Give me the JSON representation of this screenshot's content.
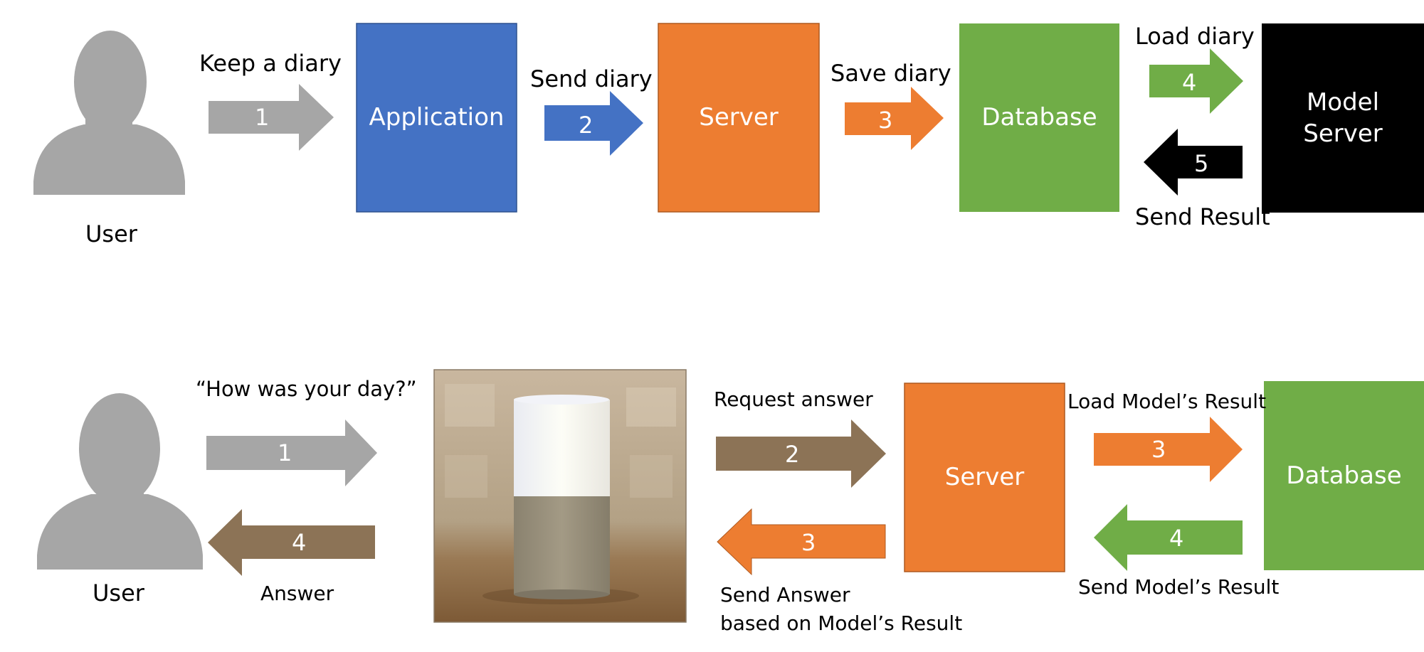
{
  "top": {
    "user_label": "User",
    "boxes": {
      "application": "Application",
      "server": "Server",
      "database": "Database",
      "model_server_line1": "Model",
      "model_server_line2": "Server"
    },
    "steps": [
      {
        "num": "1",
        "label": "Keep a diary"
      },
      {
        "num": "2",
        "label": "Send diary"
      },
      {
        "num": "3",
        "label": "Save diary"
      },
      {
        "num": "4",
        "label": "Load diary"
      },
      {
        "num": "5",
        "label": "Send Result"
      }
    ],
    "colors": {
      "gray": "#a6a6a6",
      "blue": "#4472c4",
      "orange": "#ed7d31",
      "green": "#70ad47",
      "black": "#000000"
    }
  },
  "bottom": {
    "user_label": "User",
    "quote": "“How was your day?”",
    "boxes": {
      "server": "Server",
      "database": "Database"
    },
    "steps": [
      {
        "num": "1",
        "label": ""
      },
      {
        "num": "2",
        "label": "Request answer"
      },
      {
        "num": "3",
        "label": "Load Model’s Result"
      },
      {
        "num": "4",
        "label": "Send Model’s Result"
      },
      {
        "num": "3",
        "label_line1": "Send Answer",
        "label_line2": "based on Model’s Result"
      },
      {
        "num": "4",
        "label": "Answer"
      }
    ],
    "colors": {
      "brown": "#8c7356",
      "orange": "#ed7d31",
      "green": "#70ad47",
      "gray": "#a6a6a6"
    }
  }
}
